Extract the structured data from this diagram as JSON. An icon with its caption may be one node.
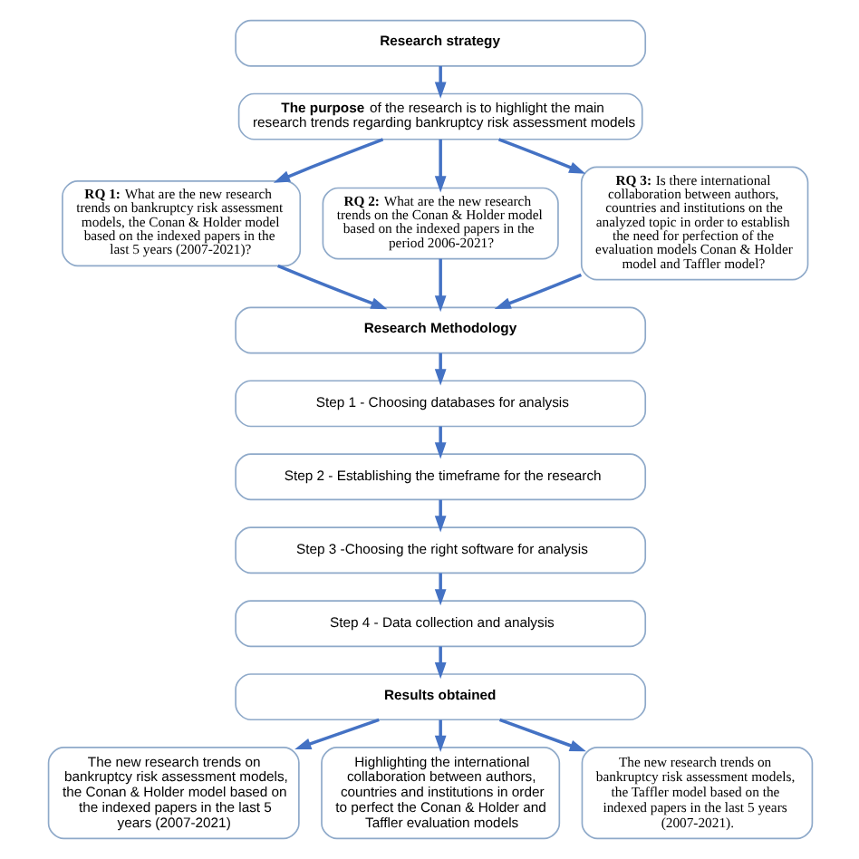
{
  "diagram": {
    "nodes": [
      {
        "text": [
          "Research strategy"
        ]
      },
      {
        "text": [
          "**The purpose** of the research is to highlight the main research trends regarding bankruptcy risk assessment models"
        ]
      },
      {
        "text": [
          "**RQ 1:** What are the new research trends on bankruptcy risk assessment models, the Conan & Holder model based on the indexed papers in the last 5 years (2007-2021)?"
        ]
      },
      {
        "text": [
          "**RQ 2:** What are the new research trends on the Conan & Holder model based on the indexed papers in the period 2006-2021?"
        ]
      },
      {
        "text": [
          "**RQ 3:** Is there international collaboration between authors, countries and institutions on the analyzed topic in order to establish the need for perfection of the evaluation models Conan & Holder model and Taffler model?"
        ]
      },
      {
        "text": [
          "Research Methodology"
        ]
      },
      {
        "text": [
          "Step 1 - Choosing databases for analysis"
        ]
      },
      {
        "text": [
          "Step 2 - Establishing the timeframe for the research"
        ]
      },
      {
        "text": [
          "Step 3 -Choosing the right software for analysis"
        ]
      },
      {
        "text": [
          "Step 4 - Data collection and analysis"
        ]
      },
      {
        "text": [
          "Results obtained"
        ]
      },
      {
        "text": [
          "The new research trends on bankruptcy risk assessment models, the Conan & Holder model based on the indexed papers in the last 5 years (2007-2021)"
        ]
      },
      {
        "text": [
          "Highlighting the international collaboration between authors, countries and institutions in order to perfect the Conan & Holder and Taffler evaluation models"
        ]
      },
      {
        "text": [
          "The new research trends on bankruptcy risk assessment models, the Taffler model based on the indexed papers in the last 5 years (2007-2021)."
        ]
      }
    ],
    "edges": [
      {
        "from": 0,
        "to": 1,
        "arrow": "to"
      },
      {
        "from": 1,
        "to": 2,
        "arrow": "to"
      },
      {
        "from": 1,
        "to": 3,
        "arrow": "to"
      },
      {
        "from": 1,
        "to": 4,
        "arrow": "to"
      },
      {
        "from": 2,
        "to": 5,
        "arrow": "to"
      },
      {
        "from": 3,
        "to": 5,
        "arrow": "to"
      },
      {
        "from": 4,
        "to": 5,
        "arrow": "to"
      },
      {
        "from": 5,
        "to": 6,
        "arrow": "to"
      },
      {
        "from": 6,
        "to": 7,
        "arrow": "to"
      },
      {
        "from": 7,
        "to": 8,
        "arrow": "to"
      },
      {
        "from": 8,
        "to": 9,
        "arrow": "to"
      },
      {
        "from": 9,
        "to": 10,
        "arrow": "to"
      },
      {
        "from": 10,
        "to": 11,
        "arrow": "to"
      },
      {
        "from": 10,
        "to": 12,
        "arrow": "to"
      },
      {
        "from": 10,
        "to": 13,
        "arrow": "to"
      }
    ]
  }
}
